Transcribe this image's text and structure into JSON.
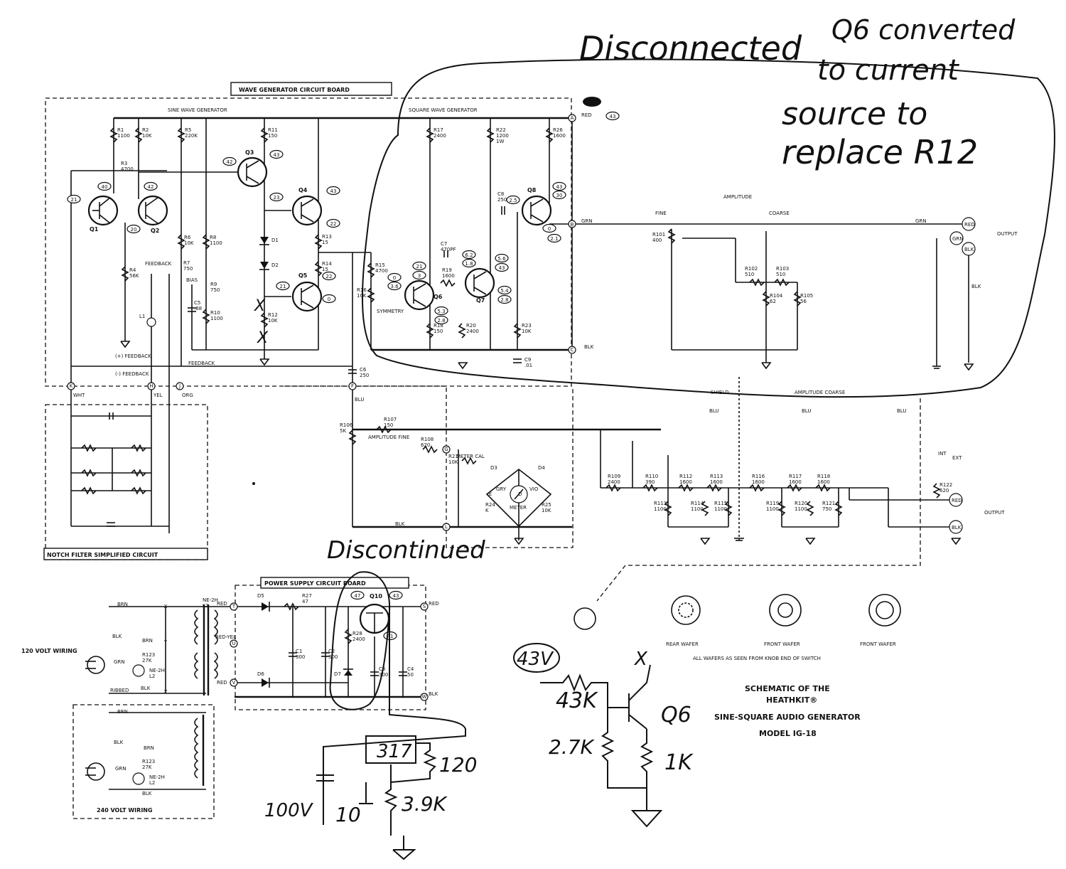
{
  "boards": {
    "wave": "WAVE GENERATOR CIRCUIT BOARD",
    "power": "POWER SUPPLY CIRCUIT BOARD",
    "notch": "NOTCH FILTER SIMPLIFIED CIRCUIT"
  },
  "sections": {
    "sine": "SINE  WAVE  GENERATOR",
    "square": "SQUARE  WAVE  GENERATOR",
    "amplitude": "AMPLITUDE",
    "fine": "FINE",
    "coarse": "COARSE",
    "output": "OUTPUT",
    "shield": "SHIELD",
    "amp_coarse": "AMPLITUDE COARSE",
    "feedback": "FEEDBACK",
    "bias": "BIAS",
    "symmetry": "SYMMETRY",
    "meter_cal": "METER CAL",
    "amp_fine": "AMPLITUDE FINE",
    "meter": "METER",
    "plus_feedback": "(+) FEEDBACK",
    "minus_feedback": "(-) FEEDBACK",
    "feedback_line": "FEEDBACK"
  },
  "wires": {
    "red": "RED",
    "blk": "BLK",
    "grn": "GRN",
    "blu": "BLU",
    "wht": "WHT",
    "yel": "YEL",
    "org": "ORG",
    "brn": "BRN",
    "red_yel": "RED-YEL",
    "gry": "GRY",
    "vio": "VIO",
    "ribbed": "RIBBED",
    "int": "INT",
    "ext": "EXT"
  },
  "transistors": {
    "q1": "Q1",
    "q2": "Q2",
    "q3": "Q3",
    "q4": "Q4",
    "q5": "Q5",
    "q6": "Q6",
    "q7": "Q7",
    "q8": "Q8",
    "q10": "Q10"
  },
  "components": [
    {
      "id": "r1",
      "label": "R1\n1100"
    },
    {
      "id": "r2",
      "label": "R2\n10K"
    },
    {
      "id": "r5",
      "label": "R5\n220K"
    },
    {
      "id": "r11",
      "label": "R11\n150"
    },
    {
      "id": "r3",
      "label": "R3\n4700"
    },
    {
      "id": "r6",
      "label": "R6\n10K"
    },
    {
      "id": "r8",
      "label": "R8\n1100"
    },
    {
      "id": "r4",
      "label": "R4\n56K"
    },
    {
      "id": "r7",
      "label": "R7\n750"
    },
    {
      "id": "r9",
      "label": "R9\n750"
    },
    {
      "id": "r10",
      "label": "R10\n1100"
    },
    {
      "id": "c5",
      "label": "C5\n.68"
    },
    {
      "id": "r12",
      "label": "R12\n10K"
    },
    {
      "id": "r13",
      "label": "R13\n15"
    },
    {
      "id": "r14",
      "label": "R14\n15"
    },
    {
      "id": "d1",
      "label": "D1"
    },
    {
      "id": "d2",
      "label": "D2"
    },
    {
      "id": "r17",
      "label": "R17\n2400"
    },
    {
      "id": "r22",
      "label": "R22\n1200\n1W"
    },
    {
      "id": "r26",
      "label": "R26\n1600"
    },
    {
      "id": "c8",
      "label": "C8\n250"
    },
    {
      "id": "c7",
      "label": "C7\n470PF"
    },
    {
      "id": "r19",
      "label": "R19\n1600"
    },
    {
      "id": "r15",
      "label": "R15\n4700"
    },
    {
      "id": "r16",
      "label": "R16\n10K"
    },
    {
      "id": "r18",
      "label": "R18\n150"
    },
    {
      "id": "r20",
      "label": "R20\n2400"
    },
    {
      "id": "r23",
      "label": "R23\n10K"
    },
    {
      "id": "c9",
      "label": "C9\n.01"
    },
    {
      "id": "c6",
      "label": "C6\n250"
    },
    {
      "id": "r101",
      "label": "R101\n400"
    },
    {
      "id": "r102",
      "label": "R102\n510"
    },
    {
      "id": "r103",
      "label": "R103\n510"
    },
    {
      "id": "r104",
      "label": "R104\n62"
    },
    {
      "id": "r105",
      "label": "R105\n56"
    },
    {
      "id": "r106",
      "label": "R106\n5K"
    },
    {
      "id": "r107",
      "label": "R107\n150"
    },
    {
      "id": "r108",
      "label": "R108\n620"
    },
    {
      "id": "r21",
      "label": "R21\n10K"
    },
    {
      "id": "r24",
      "label": "R24\nK"
    },
    {
      "id": "r25",
      "label": "R25\n10K"
    },
    {
      "id": "d3",
      "label": "D3"
    },
    {
      "id": "d4",
      "label": "D4"
    },
    {
      "id": "r109",
      "label": "R109\n2400"
    },
    {
      "id": "r110",
      "label": "R110\n390"
    },
    {
      "id": "r112",
      "label": "R112\n1600"
    },
    {
      "id": "r113",
      "label": "R113\n1600"
    },
    {
      "id": "r116",
      "label": "R116\n1600"
    },
    {
      "id": "r117",
      "label": "R117\n1600"
    },
    {
      "id": "r118",
      "label": "R118\n1600"
    },
    {
      "id": "r111",
      "label": "R111\n1100"
    },
    {
      "id": "r114",
      "label": "R114\n1100"
    },
    {
      "id": "r115",
      "label": "R115\n1100"
    },
    {
      "id": "r119",
      "label": "R119\n1100"
    },
    {
      "id": "r120",
      "label": "R120\n1100"
    },
    {
      "id": "r121",
      "label": "R121\n750"
    },
    {
      "id": "r122",
      "label": "R122\n620"
    },
    {
      "id": "r27",
      "label": "R27\n47"
    },
    {
      "id": "r28",
      "label": "R28\n2400"
    },
    {
      "id": "c1",
      "label": "C1\n300"
    },
    {
      "id": "c2",
      "label": "C2\n300"
    },
    {
      "id": "c3",
      "label": "C3\n300"
    },
    {
      "id": "c4",
      "label": "C4\n50"
    },
    {
      "id": "d5",
      "label": "D5"
    },
    {
      "id": "d6",
      "label": "D6"
    },
    {
      "id": "d7",
      "label": "D7"
    },
    {
      "id": "t1",
      "label": "T1"
    },
    {
      "id": "r123a",
      "label": "R123\n27K"
    },
    {
      "id": "r123b",
      "label": "R123\n27K"
    },
    {
      "id": "ne2a",
      "label": "NE-2H\nL2"
    },
    {
      "id": "ne2b",
      "label": "NE-2H\nL2"
    },
    {
      "id": "l1",
      "label": "L1"
    },
    {
      "id": "tp1",
      "label": "TP1"
    }
  ],
  "voltages": [
    "40",
    "42",
    "21",
    "20",
    "42",
    "43",
    "23",
    "43",
    "22",
    "22",
    "21",
    "0",
    "43",
    "43",
    "30",
    "0",
    "2.1",
    "2.5",
    "0",
    "3.6",
    "21",
    "3",
    "6.2",
    "1.8",
    "5.6",
    "43",
    "5.4",
    "2.8",
    "5.3",
    "2.8",
    "47",
    "43",
    "41"
  ],
  "terminals": [
    "A",
    "B",
    "C",
    "D",
    "E",
    "F",
    "G",
    "H",
    "J",
    "K",
    "L",
    "S",
    "T",
    "U",
    "V",
    "W",
    "X",
    "Y",
    "Z"
  ],
  "wiring": {
    "v120": "120 VOLT WIRING",
    "v240": "240 VOLT WIRING"
  },
  "switches": {
    "rear": "REAR WAFER",
    "front1": "FRONT WAFER",
    "front2": "FRONT WAFER",
    "note": "ALL WAFERS AS SEEN FROM KNOB END OF SWITCH"
  },
  "title_block": {
    "line1": "SCHEMATIC  OF  THE",
    "line2": "HEATHKIT®",
    "line3": "SINE-SQUARE AUDIO GENERATOR",
    "line4": "MODEL  IG-18"
  },
  "handwritten": {
    "disconnected": "Disconnected",
    "q6_note_1": "Q6 converted",
    "q6_note_2": "to current",
    "q6_note_3": "source to",
    "q6_note_4": "replace R12",
    "discontinued": "Discontinued",
    "v43": "43V",
    "r43k": "43K",
    "r27k": "2.7K",
    "r1k": "1K",
    "q6": "Q6",
    "x": "X",
    "reg": "317",
    "r120": "120",
    "r39k": "3.9K",
    "c10": "10",
    "c100v": "100V"
  }
}
